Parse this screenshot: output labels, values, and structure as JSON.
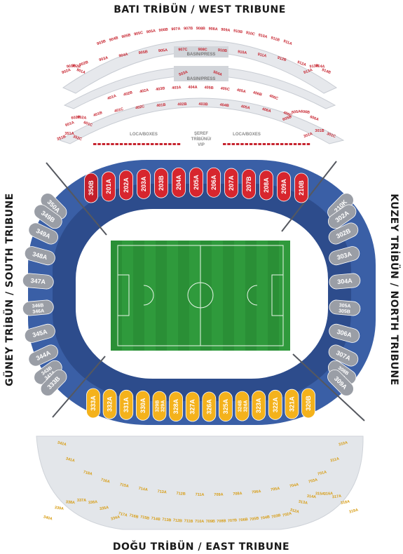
{
  "stands": {
    "west": {
      "title": "BATI TRİBÜN / WEST TRIBUNE"
    },
    "east": {
      "title": "DOĞU TRİBÜN / EAST TRIBUNE"
    },
    "south": {
      "title": "GÜNEY TRİBÜN / SOUTH TRIBUNE"
    },
    "north": {
      "title": "KUZEY TRİBÜN / NORTH TRIBUNE"
    }
  },
  "west_upper": {
    "press_labels": [
      "BASIN/PRESS",
      "BASIN/PRESS"
    ],
    "loca_left": "LOCA/BOXES",
    "loca_right": "LOCA/BOXES",
    "vip_lines": [
      "ŞEREF",
      "TRİBÜNÜ/",
      "VIP"
    ],
    "row_top": [
      "903B",
      "904B",
      "905B",
      "905C",
      "905A",
      "906B",
      "907A",
      "907B",
      "908B",
      "908A",
      "909A",
      "910B",
      "910C",
      "910A",
      "911B",
      "911A"
    ],
    "row_upper": [
      "902B",
      "903A",
      "904A",
      "905B",
      "905A",
      "907C",
      "908C",
      "910B",
      "910A",
      "911A",
      "912B",
      "912A"
    ],
    "row_upper_left": [
      "902A",
      "901B",
      "902B",
      "901A"
    ],
    "row_upper_right": [
      "913A",
      "913B",
      "914A",
      "914B"
    ],
    "press_row_upper": [
      "503A",
      "504A"
    ],
    "press_row": [
      "401A",
      "402B",
      "402A",
      "403B",
      "403A",
      "404A",
      "405B",
      "405C",
      "405A",
      "406B",
      "406C"
    ],
    "row_mid": [
      "401B",
      "401C",
      "402C",
      "401B",
      "402B",
      "403B",
      "404B",
      "405A",
      "406A",
      "406C"
    ],
    "row_mid_left": [
      "601A",
      "602B",
      "602A",
      "601C"
    ],
    "row_mid_right": [
      "605B",
      "605A",
      "606B",
      "606A"
    ],
    "row_low_left": [
      "351B",
      "351A",
      "352C"
    ],
    "row_low_right": [
      "301A",
      "301B",
      "301C"
    ]
  },
  "west_lower_sections": [
    "350B",
    "201A",
    "202A",
    "203A",
    "203B",
    "204A",
    "205A",
    "206A",
    "207A",
    "207B",
    "208A",
    "209A",
    "210B"
  ],
  "north_sections": [
    "210K",
    "302A",
    "302B",
    "303A",
    "304A",
    "305A 305B",
    "306A",
    "307A",
    "308B 308A",
    "309A"
  ],
  "south_sections": [
    "350A",
    "349B",
    "349A",
    "348A",
    "347A",
    "346B 346A",
    "345A",
    "344A",
    "343B 343A",
    "333B"
  ],
  "east_lower_sections": [
    "333A",
    "332A",
    "331A",
    "330A",
    "329B 329A",
    "328A",
    "327A",
    "326A",
    "325A",
    "324B 324A",
    "323A",
    "322A",
    "321A",
    "320B"
  ],
  "east_upper": {
    "row_top": [
      "342A",
      "310A"
    ],
    "row_2": [
      "341A",
      "311A"
    ],
    "row_3": [
      "718A",
      "701A"
    ],
    "row_main": [
      "716A",
      "715A",
      "714A",
      "713A",
      "712B",
      "711A",
      "709A",
      "708A",
      "706A",
      "705A",
      "704A",
      "703A"
    ],
    "row_low": [
      "717A",
      "716B",
      "715B",
      "714B",
      "713B",
      "712B",
      "711B",
      "710A",
      "709B",
      "708B",
      "707B",
      "706B",
      "705B",
      "704B",
      "703B",
      "702A"
    ],
    "row_left_small": [
      "340A",
      "339A",
      "338A",
      "337A",
      "336A",
      "335A",
      "334A"
    ],
    "row_right_small": [
      "312A",
      "313A",
      "314A",
      "315A",
      "316A",
      "317A",
      "318A",
      "319A"
    ]
  },
  "colors": {
    "bowl_blue": "#3a5fa6",
    "bowl_blue_dark": "#2d4c8c",
    "west_red": "#d7262e",
    "west_red_upper": "#c72530",
    "east_yellow": "#f4b21c",
    "east_yellow_upper": "#e8b430",
    "side_gray": "#9a9ea6",
    "pitch_green": "#2f9a3c",
    "pitch_dark": "#1d6f28",
    "concourse": "#d5d8de",
    "upper_ring": "#e3e6ea"
  }
}
